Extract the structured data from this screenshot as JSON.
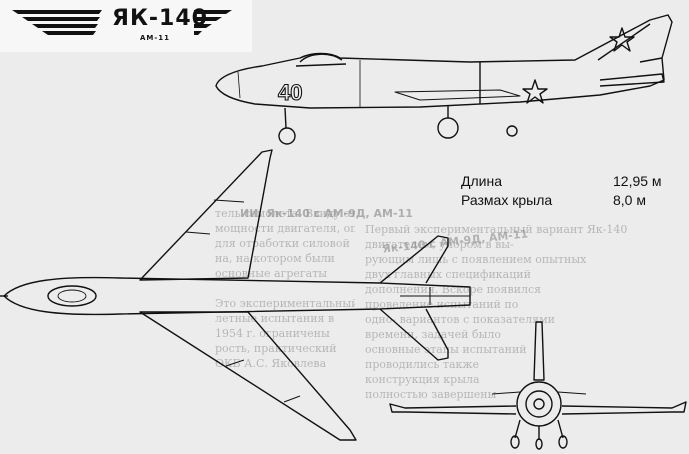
{
  "logo": {
    "title": "ЯК-140",
    "subtitle": "АМ-11"
  },
  "aircraft": {
    "side_number": "40"
  },
  "specs": [
    {
      "label": "Длина",
      "value": "12,95 м"
    },
    {
      "label": "Размах крыла",
      "value": "8,0 м"
    }
  ],
  "ghost_text": {
    "heading_left": "ИИ. Як-140 с АМ-9Д, АМ-11",
    "heading_right": "Як-140 с АМ-9Д, АМ-11",
    "left_lines": [
      "тель самолета. Ввиду отсутствия",
      "мощности двигателя, опытный",
      "для отработки силовой",
      "на, на котором были",
      "основные агрегаты",
      "",
      "Это экспериментальный",
      "летные испытания в",
      "1954 г. ограничены",
      "рость, практический",
      "ОКБ А.С. Яковлева"
    ],
    "right_lines": [
      "Первый экспериментальный вариант Як-140",
      "двигателем, упором в вы-",
      "рующим лишь с появлением опытных",
      "двух главных спецификаций",
      "дополнения. Вскоре появился",
      "проведение испытаний по",
      "одно- вариантов с показателями",
      "времени, задачей было",
      "основные этапы испытаний",
      "проводились также",
      "конструкция крыла",
      "полностью завершены"
    ]
  },
  "colors": {
    "ink": "#111111",
    "paper": "#ececec"
  }
}
